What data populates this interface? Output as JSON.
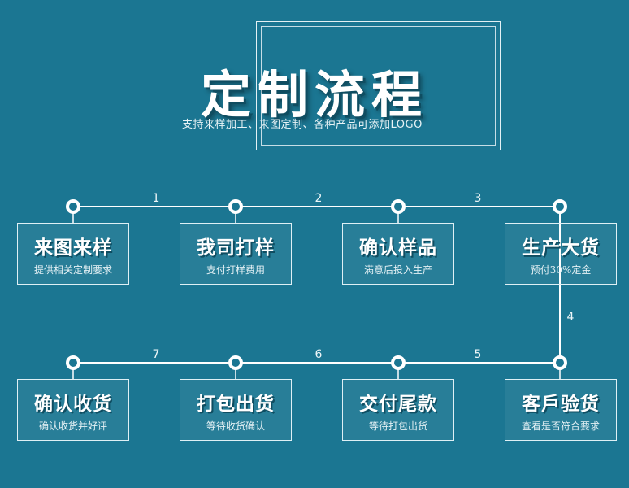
{
  "title": "定制流程",
  "subtitle": "支持来样加工、来图定制、各种产品可添加LOGO",
  "steps": [
    {
      "title": "来图来样",
      "desc": "提供相关定制要求"
    },
    {
      "title": "我司打样",
      "desc": "支付打样费用"
    },
    {
      "title": "确认样品",
      "desc": "满意后投入生产"
    },
    {
      "title": "生产大货",
      "desc": "预付30%定金"
    },
    {
      "title": "客戶验货",
      "desc": "查看是否符合要求"
    },
    {
      "title": "交付尾款",
      "desc": "等待打包出货"
    },
    {
      "title": "打包出货",
      "desc": "等待收货确认"
    },
    {
      "title": "确认收货",
      "desc": "确认收货并好评"
    }
  ],
  "connectors": [
    "1",
    "2",
    "3",
    "4",
    "5",
    "6",
    "7"
  ],
  "colors": {
    "background": "#1b7692",
    "line": "#ffffff",
    "text": "#ffffff"
  }
}
